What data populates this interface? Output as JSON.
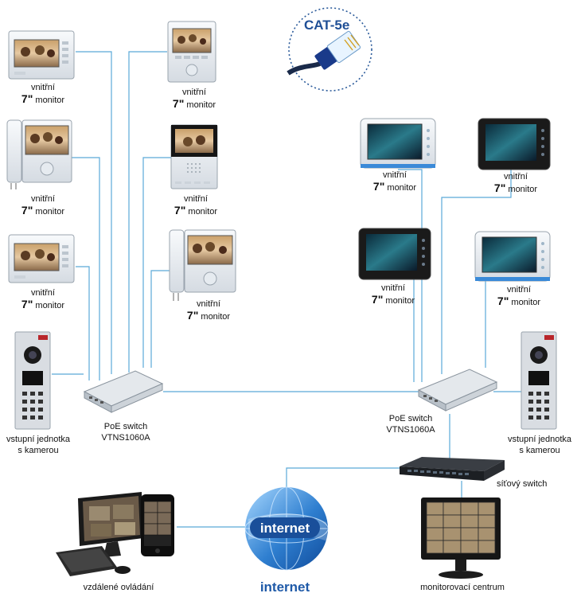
{
  "monitor_label": {
    "line1": "vnitřní",
    "size": "7\"",
    "unit": "monitor"
  },
  "cat_label": "CAT-5e",
  "switch_left": {
    "line1": "PoE switch",
    "line2": "VTNS1060A"
  },
  "switch_right": {
    "line1": "PoE switch",
    "line2": "VTNS1060A"
  },
  "door_left": {
    "line1": "vstupní jednotka",
    "line2": "s kamerou"
  },
  "door_right": {
    "line1": "vstupní jednotka",
    "line2": "s kamerou"
  },
  "network_switch_label": "síťový switch",
  "remote_label": "vzdálené ovládání",
  "monitoring_label": "monitorovací centrum",
  "internet_globe_label": "internet",
  "internet_label": "internet",
  "colors": {
    "wire": "#5aa9d8",
    "globe": "#2f7fd0",
    "brand_text": "#1f4f96"
  },
  "icons": [
    "indoor-monitor-icon",
    "door-station-icon",
    "poe-switch-icon",
    "network-switch-icon",
    "monitoring-pc-icon",
    "laptop-icon",
    "smartphone-icon",
    "globe-icon",
    "ethernet-plug-icon"
  ]
}
